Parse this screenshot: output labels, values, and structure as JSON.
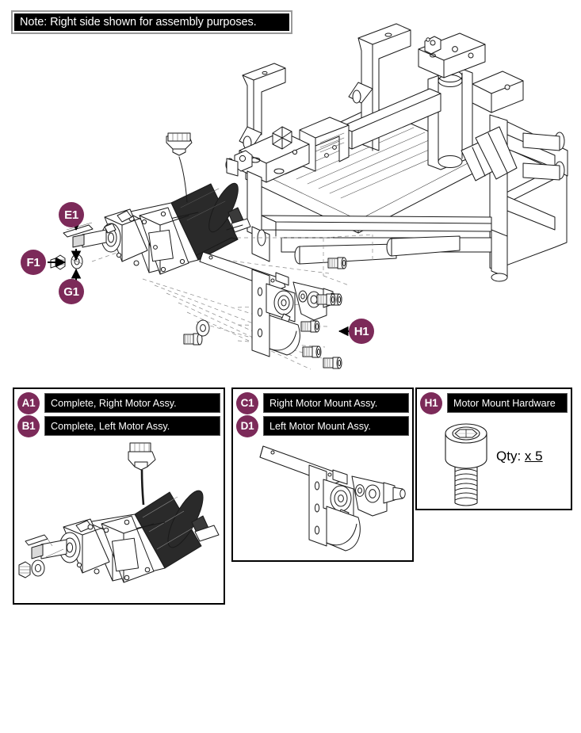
{
  "document": {
    "type": "exploded-parts-diagram",
    "subject": "Motor and Motor Mount Assembly"
  },
  "note": {
    "text": "Note: Right side shown for assembly purposes."
  },
  "colors": {
    "callout": "#7c2a59",
    "label_background": "#000000",
    "label_text": "#ffffff",
    "line_art": "#000000",
    "note_border": "#9a9a9a"
  },
  "callouts": [
    {
      "id": "E1",
      "label": "E1",
      "points_to": "shaft-key",
      "arrow": "down"
    },
    {
      "id": "F1",
      "label": "F1",
      "points_to": "axle-nut",
      "arrow": "right"
    },
    {
      "id": "G1",
      "label": "G1",
      "points_to": "axle-washer",
      "arrow": "up"
    },
    {
      "id": "H1",
      "label": "H1",
      "points_to": "motor-mount-screws",
      "arrow": "left"
    }
  ],
  "legend_panels": [
    {
      "id": "motor-assembly-panel",
      "rows": [
        {
          "code": "A1",
          "text": "Complete, Right Motor Assy."
        },
        {
          "code": "B1",
          "text": "Complete, Left Motor Assy."
        }
      ],
      "illustration": "complete-motor-assembly"
    },
    {
      "id": "motor-mount-panel",
      "rows": [
        {
          "code": "C1",
          "text": "Right Motor Mount Assy."
        },
        {
          "code": "D1",
          "text": "Left Motor Mount Assy."
        }
      ],
      "illustration": "motor-mount-bracket"
    },
    {
      "id": "hardware-panel",
      "rows": [
        {
          "code": "H1",
          "text": "Motor Mount Hardware"
        }
      ],
      "illustration": "socket-head-cap-screw",
      "quantity_prefix": "Qty: ",
      "quantity_value": "x 5"
    }
  ],
  "main_illustration": {
    "components": [
      "wheelchair-base-frame",
      "motor-with-gearbox",
      "motor-connector-cable",
      "motor-mount-bracket",
      "shaft-key",
      "axle-washer",
      "axle-nut",
      "cap-screws"
    ]
  }
}
